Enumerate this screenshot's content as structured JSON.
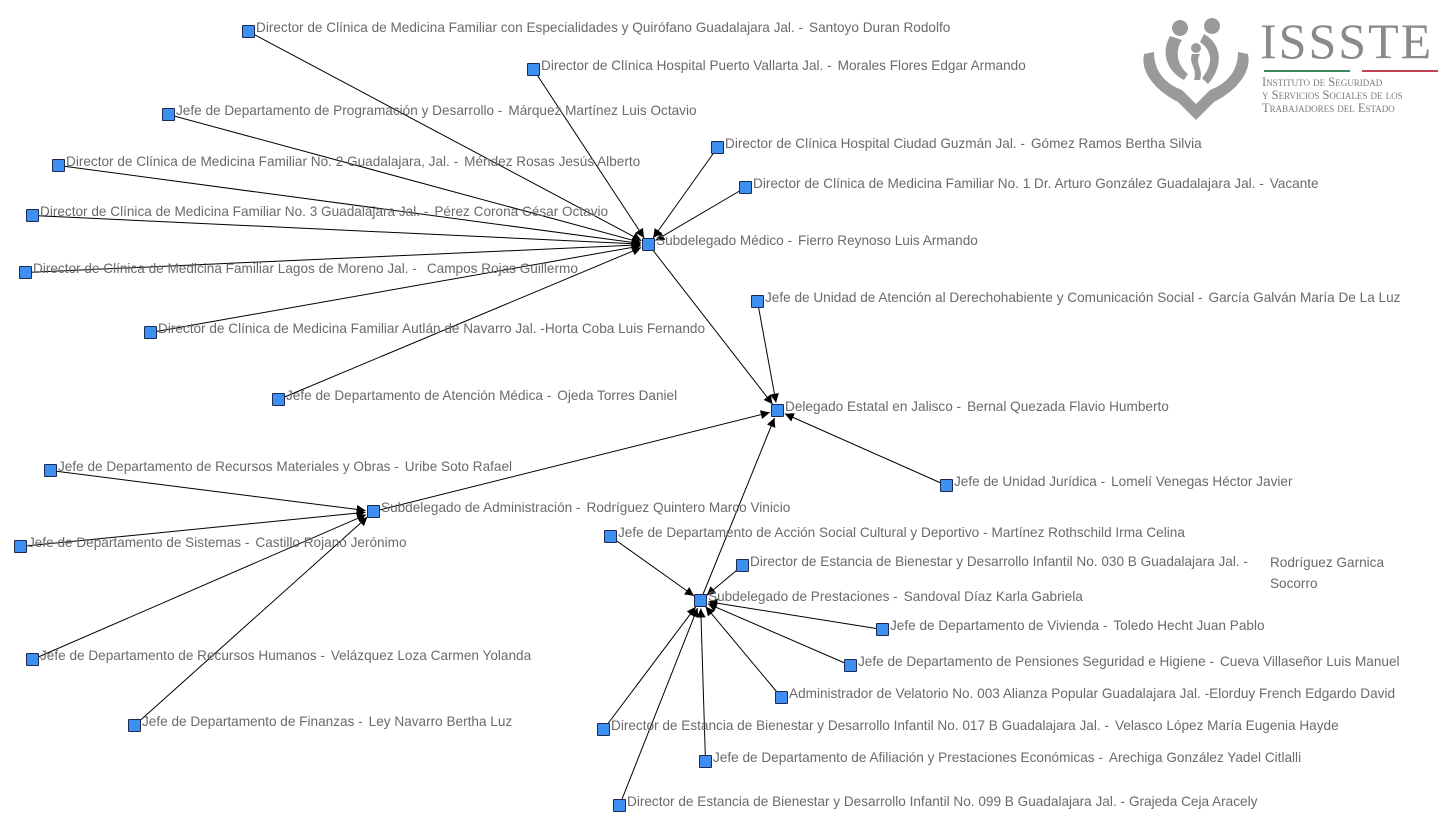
{
  "logo": {
    "title": "ISSSTE",
    "subtitle_lines": [
      "Instituto de Seguridad",
      "y Servicios Sociales de los",
      "Trabajadores del Estado"
    ]
  },
  "colors": {
    "node": "#3d8ff2",
    "node_border": "#1a2a50",
    "edge": "#000000",
    "text": "#6a6a6a"
  },
  "nodes": [
    {
      "id": "n1",
      "title": "Director de Clínica de Medicina Familiar con Especialidades y Quirófano Guadalajara Jal. -",
      "name": "Santoyo Duran Rodolfo"
    },
    {
      "id": "n2",
      "title": "Director de Clínica Hospital Puerto Vallarta Jal. -",
      "name": "Morales Flores Edgar Armando"
    },
    {
      "id": "n3",
      "title": "Jefe de Departamento de Programación y Desarrollo  -",
      "name": "Márquez Martínez Luis Octavio"
    },
    {
      "id": "n4",
      "title": "Director de Clínica de Medicina Familiar No. 2 Guadalajara, Jal. -",
      "name": "Méndez Rosas Jesús Alberto"
    },
    {
      "id": "n5",
      "title": "Director de Clínica de Medicina Familiar No. 3 Guadalajara Jal. -",
      "name": "Pérez Corona César Octavio"
    },
    {
      "id": "n6",
      "title": "Director de Clínica de Medicina Familiar Lagos de Moreno Jal. -",
      "name": "Campos Rojas Guillermo"
    },
    {
      "id": "n7",
      "title": "Director de Clínica de Medicina Familiar Autlán de Navarro Jal. -",
      "name": "Horta Coba Luis Fernando"
    },
    {
      "id": "n8",
      "title": "Jefe de Departamento de Atención Médica  -",
      "name": "Ojeda Torres Daniel"
    },
    {
      "id": "n9",
      "title": "Director de Clínica Hospital Ciudad Guzmán Jal. -",
      "name": "Gómez Ramos Bertha Silvia"
    },
    {
      "id": "n10",
      "title": "Director de Clínica de Medicina Familiar No. 1 Dr. Arturo González Guadalajara Jal. -",
      "name": "Vacante"
    },
    {
      "id": "smed",
      "title": "Subdelegado Médico  -",
      "name": "Fierro Reynoso Luis Armando"
    },
    {
      "id": "n11",
      "title": "Jefe de Unidad de Atención al Derechohabiente y Comunicación Social  -",
      "name": "García Galván María De La Luz"
    },
    {
      "id": "del",
      "title": "Delegado Estatal en Jalisco  -",
      "name": "Bernal Quezada Flavio Humberto"
    },
    {
      "id": "n12",
      "title": "Jefe de Unidad Jurídica  -",
      "name": "Lomelí Venegas Héctor Javier"
    },
    {
      "id": "sadm",
      "title": "Subdelegado de Administración  -",
      "name": "Rodríguez Quintero Marco Vinicio"
    },
    {
      "id": "n13",
      "title": "Jefe de Departamento de Recursos Materiales y Obras  -",
      "name": "Uribe Soto Rafael"
    },
    {
      "id": "n14",
      "title": "Jefe de Departamento de Sistemas  -",
      "name": "Castillo Rojano Jerónimo"
    },
    {
      "id": "n15",
      "title": "Jefe de Departamento de Recursos Humanos  -",
      "name": "Velázquez Loza Carmen Yolanda"
    },
    {
      "id": "n16",
      "title": "Jefe de Departamento de Finanzas  -",
      "name": "Ley Navarro Bertha Luz"
    },
    {
      "id": "spre",
      "title": "Subdelegado de Prestaciones  -",
      "name": "Sandoval Díaz Karla Gabriela"
    },
    {
      "id": "n17",
      "title": "Jefe de Departamento de Acción Social Cultural y Deportivo  -",
      "name": "Martínez Rothschild Irma Celina"
    },
    {
      "id": "n18",
      "title": "Director de Estancia de Bienestar y Desarrollo Infantil No. 030 B Guadalajara Jal.  -",
      "name": "Rodríguez Garnica Socorro"
    },
    {
      "id": "n19",
      "title": "Jefe de Departamento de Vivienda  -",
      "name": "Toledo Hecht Juan Pablo"
    },
    {
      "id": "n20",
      "title": "Jefe de Departamento de Pensiones Seguridad e Higiene  -",
      "name": "Cueva Villaseñor Luis Manuel"
    },
    {
      "id": "n21",
      "title": "Administrador de Velatorio No. 003 Alianza Popular Guadalajara Jal. -",
      "name": "Elorduy French Edgardo David"
    },
    {
      "id": "n22",
      "title": "Director de Estancia de Bienestar y Desarrollo Infantil No. 017 B Guadalajara Jal.  -",
      "name": "Velasco López María Eugenia Hayde"
    },
    {
      "id": "n23",
      "title": "Jefe de Departamento de Afiliación y Prestaciones Económicas  -",
      "name": "Arechiga González Yadel Citlalli"
    },
    {
      "id": "n24",
      "title": "Director de Estancia de Bienestar y Desarrollo Infantil No. 099 B Guadalajara Jal.  -",
      "name": "Grajeda Ceja Aracely"
    }
  ],
  "edges": [
    [
      "n1",
      "smed"
    ],
    [
      "n2",
      "smed"
    ],
    [
      "n3",
      "smed"
    ],
    [
      "n4",
      "smed"
    ],
    [
      "n5",
      "smed"
    ],
    [
      "n6",
      "smed"
    ],
    [
      "n7",
      "smed"
    ],
    [
      "n8",
      "smed"
    ],
    [
      "n9",
      "smed"
    ],
    [
      "n10",
      "smed"
    ],
    [
      "smed",
      "del"
    ],
    [
      "n11",
      "del"
    ],
    [
      "n12",
      "del"
    ],
    [
      "sadm",
      "del"
    ],
    [
      "spre",
      "del"
    ],
    [
      "n13",
      "sadm"
    ],
    [
      "n14",
      "sadm"
    ],
    [
      "n15",
      "sadm"
    ],
    [
      "n16",
      "sadm"
    ],
    [
      "n17",
      "spre"
    ],
    [
      "n18",
      "spre"
    ],
    [
      "n19",
      "spre"
    ],
    [
      "n20",
      "spre"
    ],
    [
      "n21",
      "spre"
    ],
    [
      "n22",
      "spre"
    ],
    [
      "n23",
      "spre"
    ],
    [
      "n24",
      "spre"
    ]
  ]
}
